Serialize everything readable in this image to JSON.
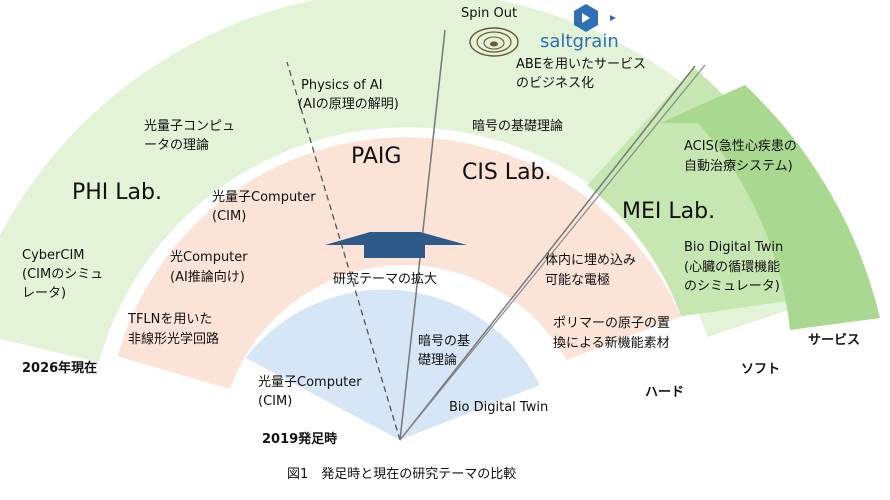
{
  "labs": {
    "phi": "PHI Lab.",
    "paig": "PAIG",
    "cis": "CIS Lab.",
    "mei": "MEI Lab."
  },
  "topics": {
    "phi_outer_1": "光量子コンピュ",
    "phi_outer_2": "ータの理論",
    "cybercim_1": "CyberCIM",
    "cybercim_2": "(CIMのシミュ",
    "cybercim_3": "レータ)",
    "qc_cim_1": "光量子Computer",
    "qc_cim_2": "(CIM)",
    "optical_1": "光Computer",
    "optical_2": "(AI推論向け)",
    "tfln_1": "TFLNを用いた",
    "tfln_2": "非線形光学回路",
    "physics_ai_1": "Physics of AI",
    "physics_ai_2": "(AIの原理の解明)",
    "crypto_theory": "暗号の基礎理論",
    "abe_1": "ABEを用いたサービス",
    "abe_2": "のビジネス化",
    "acis_1": "ACIS(急性心疾患の",
    "acis_2": "自動治療システム)",
    "bdt_outer_1": "Bio Digital Twin",
    "bdt_outer_2": "(心臓の循環機能",
    "bdt_outer_3": "のシミュレータ)",
    "electrode_1": "体内に埋め込み",
    "electrode_2": "可能な電極",
    "polymer_1": "ポリマーの原子の置",
    "polymer_2": "換による新機能素材",
    "center_arrow": "研究テーマの拡大",
    "inner_qc_1": "光量子Computer",
    "inner_qc_2": "(CIM)",
    "inner_crypto_1": "暗号の基",
    "inner_crypto_2": "礎理論",
    "inner_bdt": "Bio Digital Twin"
  },
  "layers": {
    "hard": "ハード",
    "soft": "ソフト",
    "service": "サービス"
  },
  "timeline": {
    "current": "2026年現在",
    "start": "2019発足時"
  },
  "spinout": {
    "label": "Spin Out",
    "company": "saltgrain"
  },
  "caption": "図1　発足時と現在の研究テーマの比較",
  "colors": {
    "outer_band": "#e3f3d8",
    "middle_band": "#fbe3d8",
    "inner_fan": "#d7e6f6",
    "service_band": "#a9d890",
    "soft_band": "#c6e7b1",
    "arrow": "#2d5a88",
    "saltgrain": "#2f6fb6"
  }
}
